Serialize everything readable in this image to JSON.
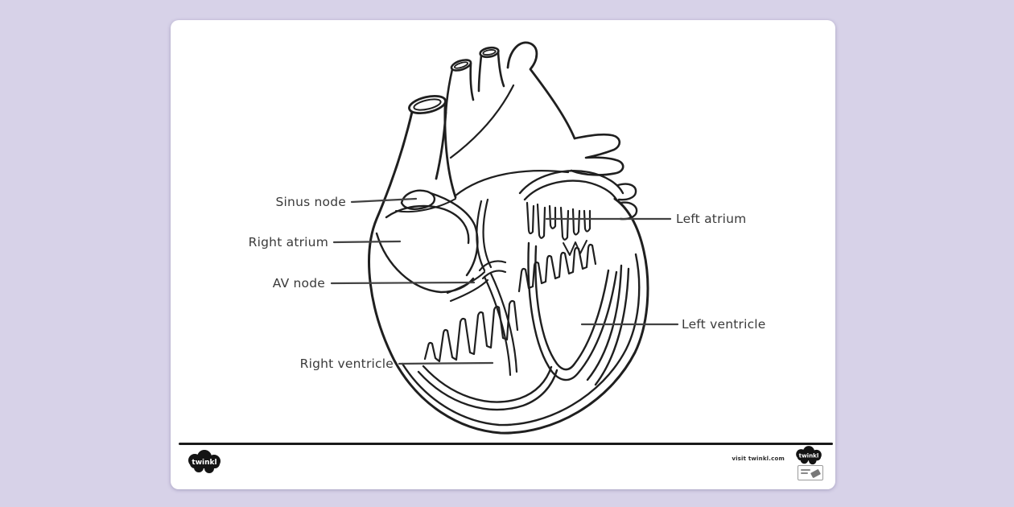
{
  "page": {
    "background_color": "#d7d2e8",
    "sheet_color": "#ffffff",
    "ink_color": "#1f1f1f",
    "label_color": "#3a3a3a"
  },
  "diagram": {
    "subject": "Cross-section line drawing of the human heart with conduction system labels",
    "labels": {
      "sinus_node": "Sinus node",
      "right_atrium": "Right atrium",
      "av_node": "AV node",
      "right_ventricle": "Right ventricle",
      "left_atrium": "Left atrium",
      "left_ventricle": "Left ventricle"
    }
  },
  "footer": {
    "brand": "twinkl",
    "visit_text": "visit twinkl.com"
  }
}
